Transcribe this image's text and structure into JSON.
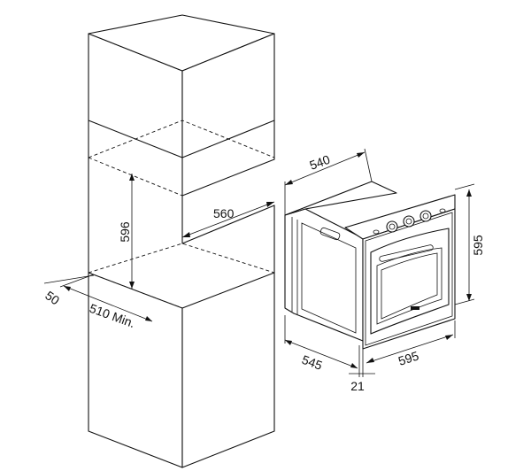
{
  "dimensions": {
    "niche_height": "596",
    "niche_width": "560",
    "niche_depth_min": "510 Min.",
    "rear_gap": "50",
    "oven_depth": "540",
    "oven_height": "595",
    "oven_total_depth": "545",
    "oven_width": "595",
    "front_thickness": "21"
  }
}
